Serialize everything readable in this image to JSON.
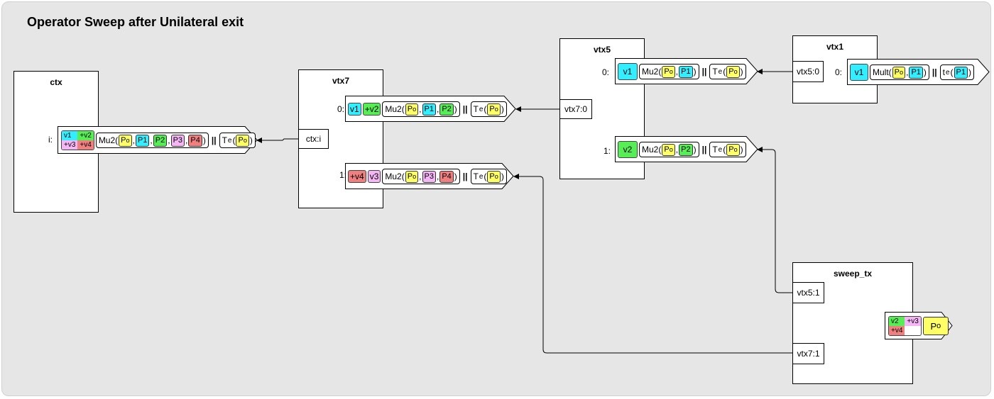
{
  "title": "Operator Sweep after Unilateral exit",
  "nodes": {
    "ctx": {
      "title": "ctx",
      "port": "ctx:i"
    },
    "vtx7": {
      "title": "vtx7",
      "port": "vtx7:0"
    },
    "vtx5": {
      "title": "vtx5",
      "port0": "vtx5:0",
      "port1": "vtx5:1"
    },
    "vtx1": {
      "title": "vtx1"
    },
    "sweep_tx": {
      "title": "sweep_tx",
      "port_a": "vtx5:1",
      "port_b": "vtx7:1"
    }
  },
  "outputs": {
    "ctx_i": {
      "label": "i:",
      "mini": [
        "v1",
        "+v2",
        "+v3",
        "+v4"
      ],
      "op": "Mu2(",
      "args": [
        "P",
        "P1",
        "P2",
        "P3",
        "P4"
      ],
      "t": "T"
    },
    "vtx7_0": {
      "label": "0:",
      "chips": [
        "v1",
        "+v2"
      ],
      "op": "Mu2(",
      "args": [
        "P",
        "P1",
        "P2"
      ],
      "t": "T"
    },
    "vtx7_1": {
      "label": "1:",
      "chips": [
        "+v4",
        "v3"
      ],
      "op": "Mu2(",
      "args": [
        "P",
        "P3",
        "P4"
      ],
      "t": "T"
    },
    "vtx5_0": {
      "label": "0:",
      "chip": "v1",
      "op": "Mu2(",
      "args": [
        "P",
        "P1"
      ],
      "t": "T"
    },
    "vtx5_1": {
      "label": "1:",
      "chip": "v2",
      "op": "Mu2(",
      "args": [
        "P",
        "P2"
      ],
      "t": "T"
    },
    "vtx1_0": {
      "label": "0:",
      "chip": "v1",
      "op": "Mult(",
      "args": [
        "P",
        "P1"
      ],
      "t": "t",
      "targ": "P1"
    },
    "sweep": {
      "mini": [
        "v2",
        "+v3",
        "+v4"
      ],
      "p": "P"
    }
  },
  "sub": {
    "o": "o",
    "e": "e"
  },
  "colors": {
    "yellow": "#ffff66",
    "cyan": "#33eeff",
    "green": "#55ee55",
    "pink": "#f4b6f4",
    "red": "#f08080"
  }
}
